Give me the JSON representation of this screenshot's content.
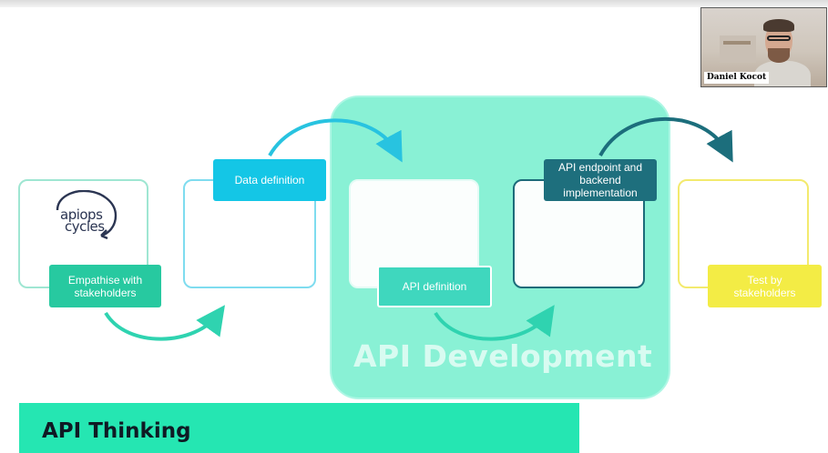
{
  "stages": [
    {
      "id": "empathise",
      "label": "Empathise with\nstakeholders",
      "color": "#27c9a0",
      "border": "#9fe6d2"
    },
    {
      "id": "data-definition",
      "label": "Data definition",
      "color": "#14c6e6",
      "border": "#7fdcef"
    },
    {
      "id": "api-definition",
      "label": "API definition",
      "color": "#3fd7be",
      "border": "#e4fbf5"
    },
    {
      "id": "api-endpoint",
      "label": "API endpoint and\nbackend\nimplementation",
      "color": "#1e6f7d",
      "border": "#1c6b79"
    },
    {
      "id": "test",
      "label": "Test by\nstakeholders",
      "color": "#f3ec45",
      "border": "#f3ea6e"
    }
  ],
  "region": {
    "label": "API Development"
  },
  "bottom_bar": {
    "title": "API Thinking"
  },
  "logo": {
    "line1": "apiops",
    "line2": "cycles",
    "icon": "apiops-cycles-logo"
  },
  "webcam": {
    "name": "Daniel Kocot"
  },
  "colors": {
    "region_fill": "#7ff0d2",
    "bottom_bar": "#25e6b2",
    "arrow_teal": "#2fd3b0",
    "arrow_cyan": "#28c3e0",
    "arrow_dark": "#1c6e7c"
  }
}
